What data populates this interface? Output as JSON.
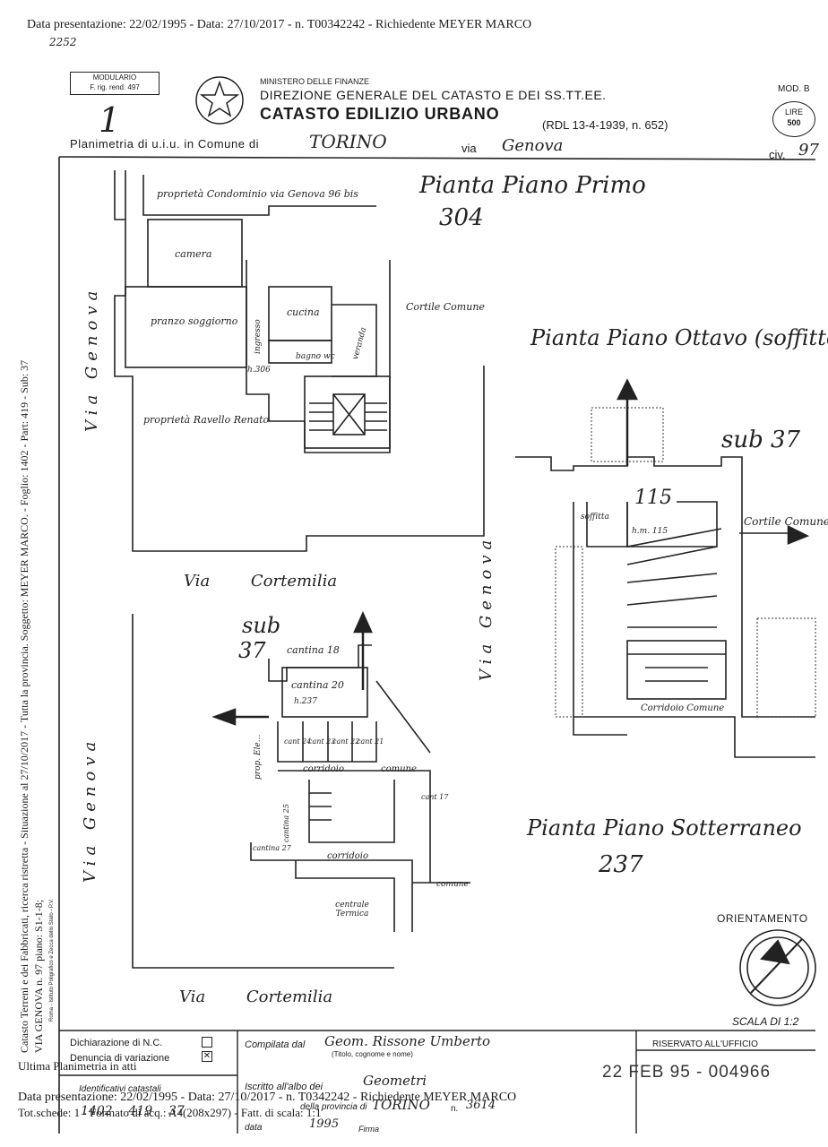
{
  "header": {
    "line1": "Data presentazione: 22/02/1995 - Data: 27/10/2017 - n. T00342242 - Richiedente MEYER MARCO",
    "stamp_code": "2252"
  },
  "form_box": {
    "line1": "MODULARIO",
    "line2": "F. rig. rend. 497"
  },
  "ministry": {
    "line1": "MINISTERO DELLE FINANZE",
    "line2": "DIREZIONE GENERALE DEL CATASTO E DEI SS.TT.EE.",
    "line3": "CATASTO EDILIZIO URBANO",
    "line3_ref": "(RDL 13-4-1939, n. 652)",
    "mod": "MOD. B",
    "lire_label": "LIRE",
    "lire_value": "500"
  },
  "sheet_number": "1",
  "planimetria": {
    "prefix": "Planimetria di u.i.u. in Comune di",
    "comune": "TORINO",
    "via_label": "via",
    "via_value": "Genova",
    "civ_label": "civ.",
    "civ_value": "97"
  },
  "side_text": {
    "outer": "Catasto Terreni e dei Fabbricati, ricerca ristretta - Situazione al 27/10/2017 - Tutta la provincia. Soggetto: MEYER MARCO. - Foglio: 1402 - Part: 419 - Sub: 37",
    "inner": "VIA GENOVA n. 97 piano: S1-1-8;",
    "printer": "Roma - Istituto Poligrafico e Zecca dello Stato - P.V."
  },
  "plans": {
    "primo_title": "Pianta Piano Primo",
    "primo_num": "304",
    "ottavo_title": "Pianta Piano Ottavo (soffitte)",
    "ottavo_sub": "sub 37",
    "ottavo_num": "115",
    "sotterraneo_title": "Pianta Piano Sotterraneo",
    "sotterraneo_num": "237",
    "sotterraneo_sub": "sub",
    "sotterraneo_sub_num": "37"
  },
  "labels": {
    "prop_condominio": "proprietà Condominio via Genova 96 bis",
    "camera": "camera",
    "pranzo": "pranzo soggiorno",
    "cucina": "cucina",
    "ingresso": "ingresso",
    "veranda": "veranda",
    "bagno": "bagno wc",
    "h306": "h.306",
    "cortile_comune": "Cortile Comune",
    "prop_ravello": "proprietà Ravello Renato",
    "via_genova": "Via Genova",
    "via_cortemilia": "Via Cortemilia",
    "cantina18": "cantina 18",
    "cantina20": "cantina 20",
    "h237": "h.237",
    "cant24": "cant 24",
    "cant23": "cant 23",
    "cant22": "cant 22",
    "cant21": "cant 21",
    "corridoio": "corridoio",
    "comune": "comune",
    "cant17": "cant 17",
    "cantina25": "cantina 25",
    "cantina27": "cantina 27",
    "corridoio2": "corridoio",
    "centrale_termica": "centrale Termica",
    "comune2": "comune",
    "soffitta": "soffitta",
    "hm115": "h.m. 115",
    "corridoio_comune": "Corridoio Comune",
    "cortile_comune2": "Cortile Comune",
    "prop_ele": "prop. Ele..."
  },
  "orientation": {
    "label": "ORIENTAMENTO",
    "scale": "SCALA DI 1:2"
  },
  "footer": {
    "dichiarazione": "Dichiarazione di N.C.",
    "denuncia": "Denuncia di variazione",
    "identificativi": "Identificativi catastali",
    "compilata_label": "Compilata dal",
    "compilata_value": "Geom. Rissone Umberto",
    "titolo": "(Titolo, cognome e nome)",
    "iscritto_label": "Iscritto all'albo dei",
    "iscritto_value": "Geometri",
    "provincia_label": "della provincia di",
    "provincia_value": "TORINO",
    "n_label": "n.",
    "n_value": "3614",
    "data_label": "data",
    "data_value": "1995",
    "firma_label": "Firma",
    "riservato": "RISERVATO ALL'UFFICIO",
    "stamp": "22 FEB 95 - 004966",
    "ultima": "Ultima Planimetria in atti",
    "data_line": "Data presentazione: 22/02/1995 - Data: 27/10/2017 - n. T0342242 - Richiedente MEYER MARCO",
    "tot_line": "Tot.schede: 1 - Formato di acq.: A4(208x297) - Fatt. di scala: 1:1",
    "ids": "1402    419    37"
  }
}
